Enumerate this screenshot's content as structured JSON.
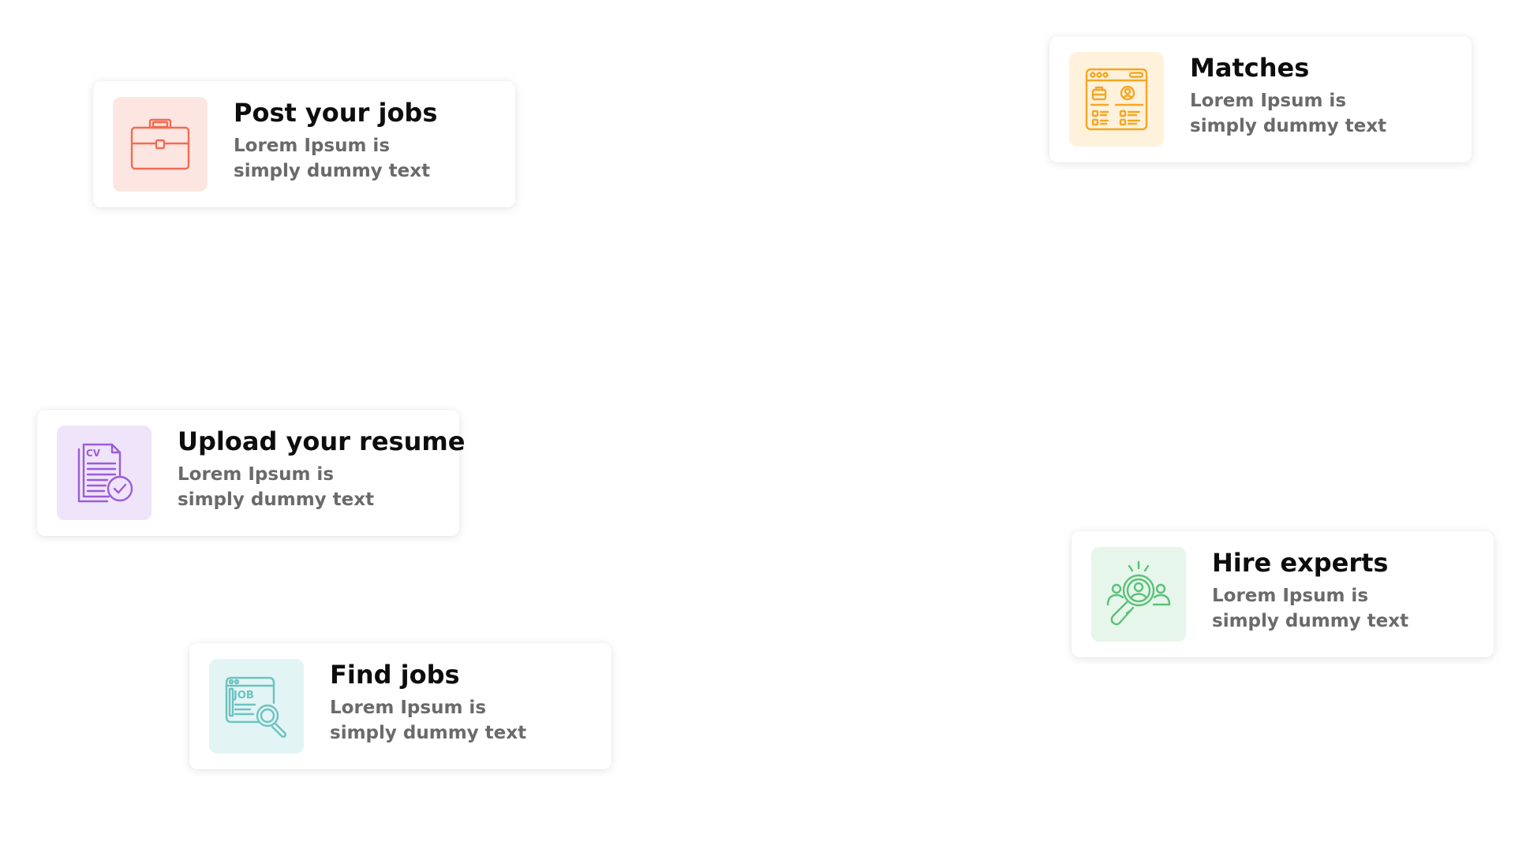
{
  "cards": {
    "post_jobs": {
      "title": "Post your jobs",
      "description": "Lorem Ipsum is simply dummy text",
      "icon": "briefcase-icon",
      "accent": "#f26b53",
      "icon_bg": "#fde6e2"
    },
    "matches": {
      "title": "Matches",
      "description": "Lorem Ipsum is simply dummy text",
      "icon": "browser-profile-icon",
      "accent": "#f6a623",
      "icon_bg": "#fef2dd"
    },
    "upload_resume": {
      "title": "Upload your resume",
      "description": "Lorem Ipsum is simply dummy text",
      "icon": "cv-document-icon",
      "icon_text": "CV",
      "accent": "#9b5cd6",
      "icon_bg": "#efe4fa"
    },
    "hire_experts": {
      "title": "Hire experts",
      "description": "Lorem Ipsum is simply dummy text",
      "icon": "search-person-icon",
      "accent": "#5cc07a",
      "icon_bg": "#e6f6ea"
    },
    "find_jobs": {
      "title": "Find jobs",
      "description": "Lorem Ipsum is simply dummy text",
      "icon": "job-search-icon",
      "icon_text": "JOB",
      "accent": "#6cc3c0",
      "icon_bg": "#e3f4f4"
    }
  }
}
